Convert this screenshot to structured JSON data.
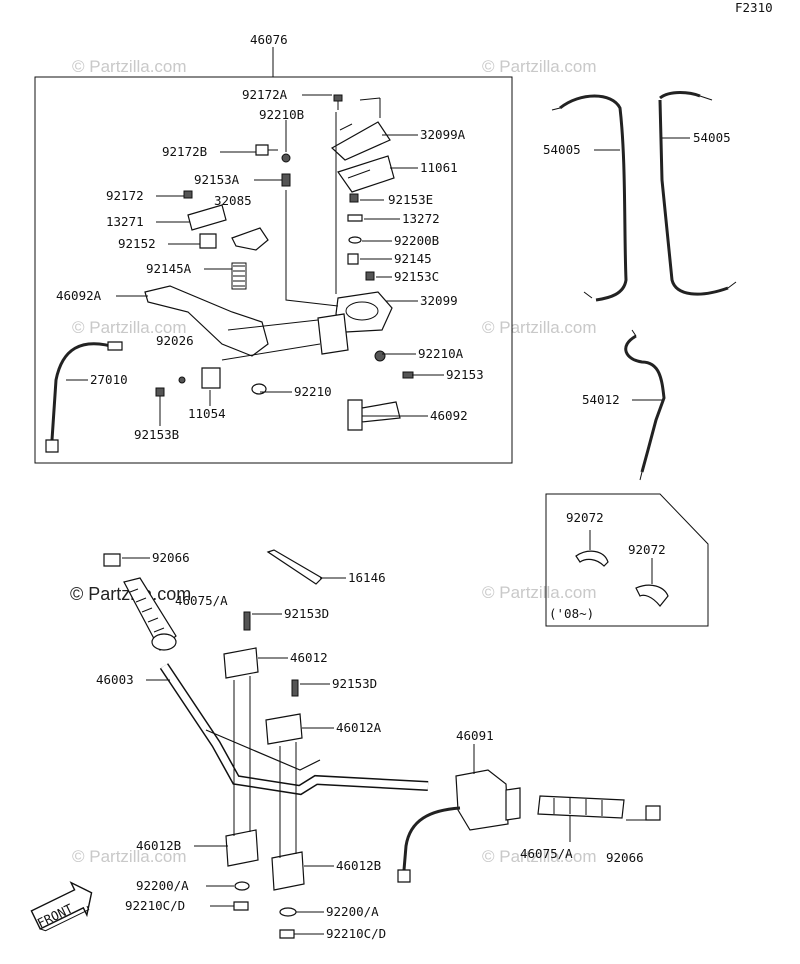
{
  "figure_id": "F2310",
  "watermark": "© Partzilla.com",
  "front_label": "FRONT",
  "year_note": "('08~)",
  "labels": {
    "p46076": "46076",
    "p92172A": "92172A",
    "p92210B": "92210B",
    "p32099A": "32099A",
    "p92172B": "92172B",
    "p11061": "11061",
    "p92153A": "92153A",
    "p92172": "92172",
    "p32085": "32085",
    "p92153E": "92153E",
    "p13271": "13271",
    "p13272": "13272",
    "p92152": "92152",
    "p92200B": "92200B",
    "p92145": "92145",
    "p92145A": "92145A",
    "p92153C": "92153C",
    "p46092A": "46092A",
    "p32099": "32099",
    "p92026": "92026",
    "p92210A": "92210A",
    "p27010": "27010",
    "p92153": "92153",
    "p92210": "92210",
    "p11054": "11054",
    "p46092": "46092",
    "p92153B": "92153B",
    "p54005_left": "54005",
    "p54005_right": "54005",
    "p54012": "54012",
    "p92072_top": "92072",
    "p92072_bottom": "92072",
    "p92066_left": "92066",
    "p16146": "16146",
    "p46075A_left": "46075/A",
    "p92153D_top": "92153D",
    "p46012": "46012",
    "p46003": "46003",
    "p92153D_mid": "92153D",
    "p46012A": "46012A",
    "p46091": "46091",
    "p46012B_left": "46012B",
    "p46012B_right": "46012B",
    "p92200A_left": "92200/A",
    "p92210CD_left": "92210C/D",
    "p92200A_right": "92200/A",
    "p92210CD_right": "92210C/D",
    "p46075A_right": "46075/A",
    "p92066_right": "92066"
  }
}
